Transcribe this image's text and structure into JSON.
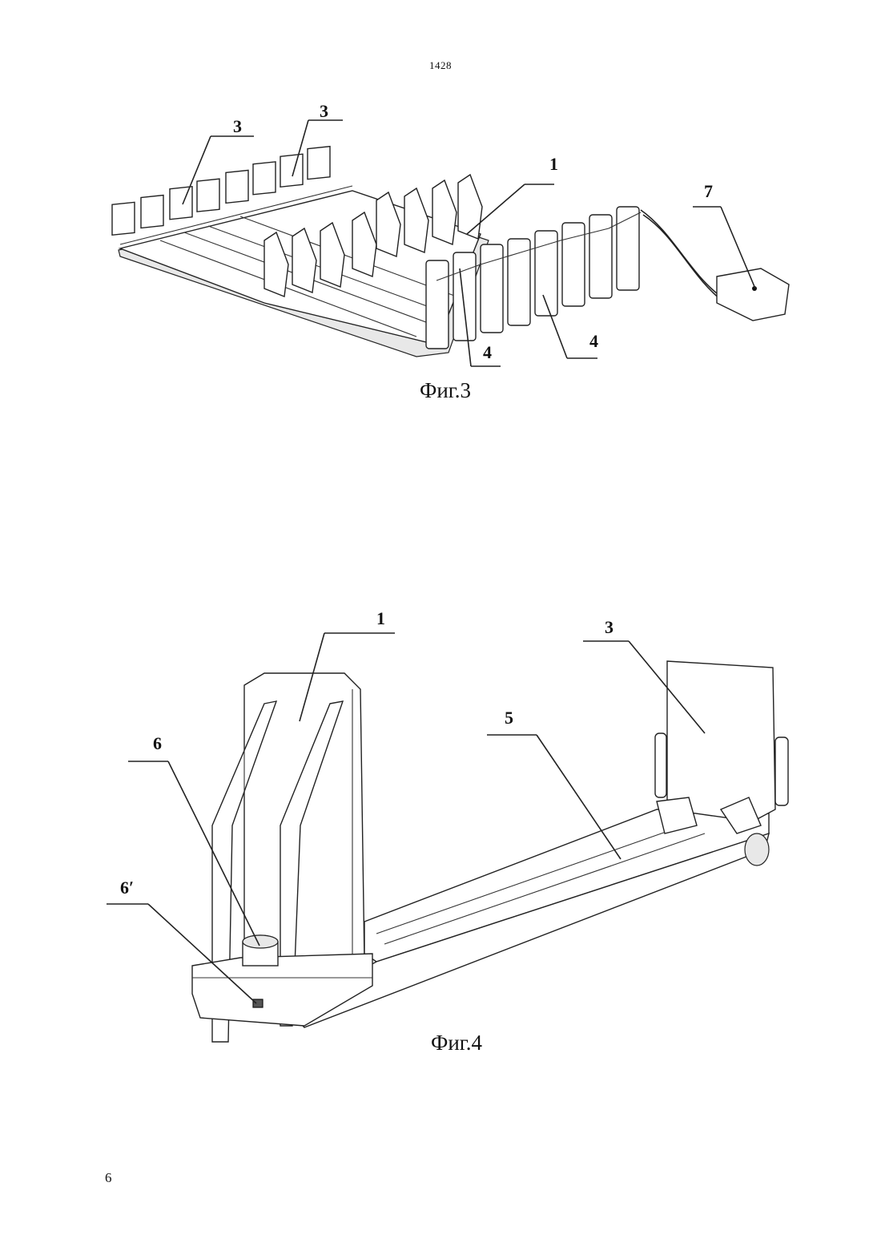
{
  "header": {
    "document_number": "1428"
  },
  "figure3": {
    "caption": "Фиг.3",
    "callouts": [
      {
        "id": "3a",
        "label": "3"
      },
      {
        "id": "3b",
        "label": "3"
      },
      {
        "id": "1",
        "label": "1"
      },
      {
        "id": "7",
        "label": "7"
      },
      {
        "id": "4a",
        "label": "4"
      },
      {
        "id": "4b",
        "label": "4"
      }
    ]
  },
  "figure4": {
    "caption": "Фиг.4",
    "callouts": [
      {
        "id": "1",
        "label": "1"
      },
      {
        "id": "3",
        "label": "3"
      },
      {
        "id": "5",
        "label": "5"
      },
      {
        "id": "6",
        "label": "6"
      },
      {
        "id": "6p",
        "label": "6ʹ"
      }
    ]
  },
  "footer": {
    "page_number": "6"
  }
}
